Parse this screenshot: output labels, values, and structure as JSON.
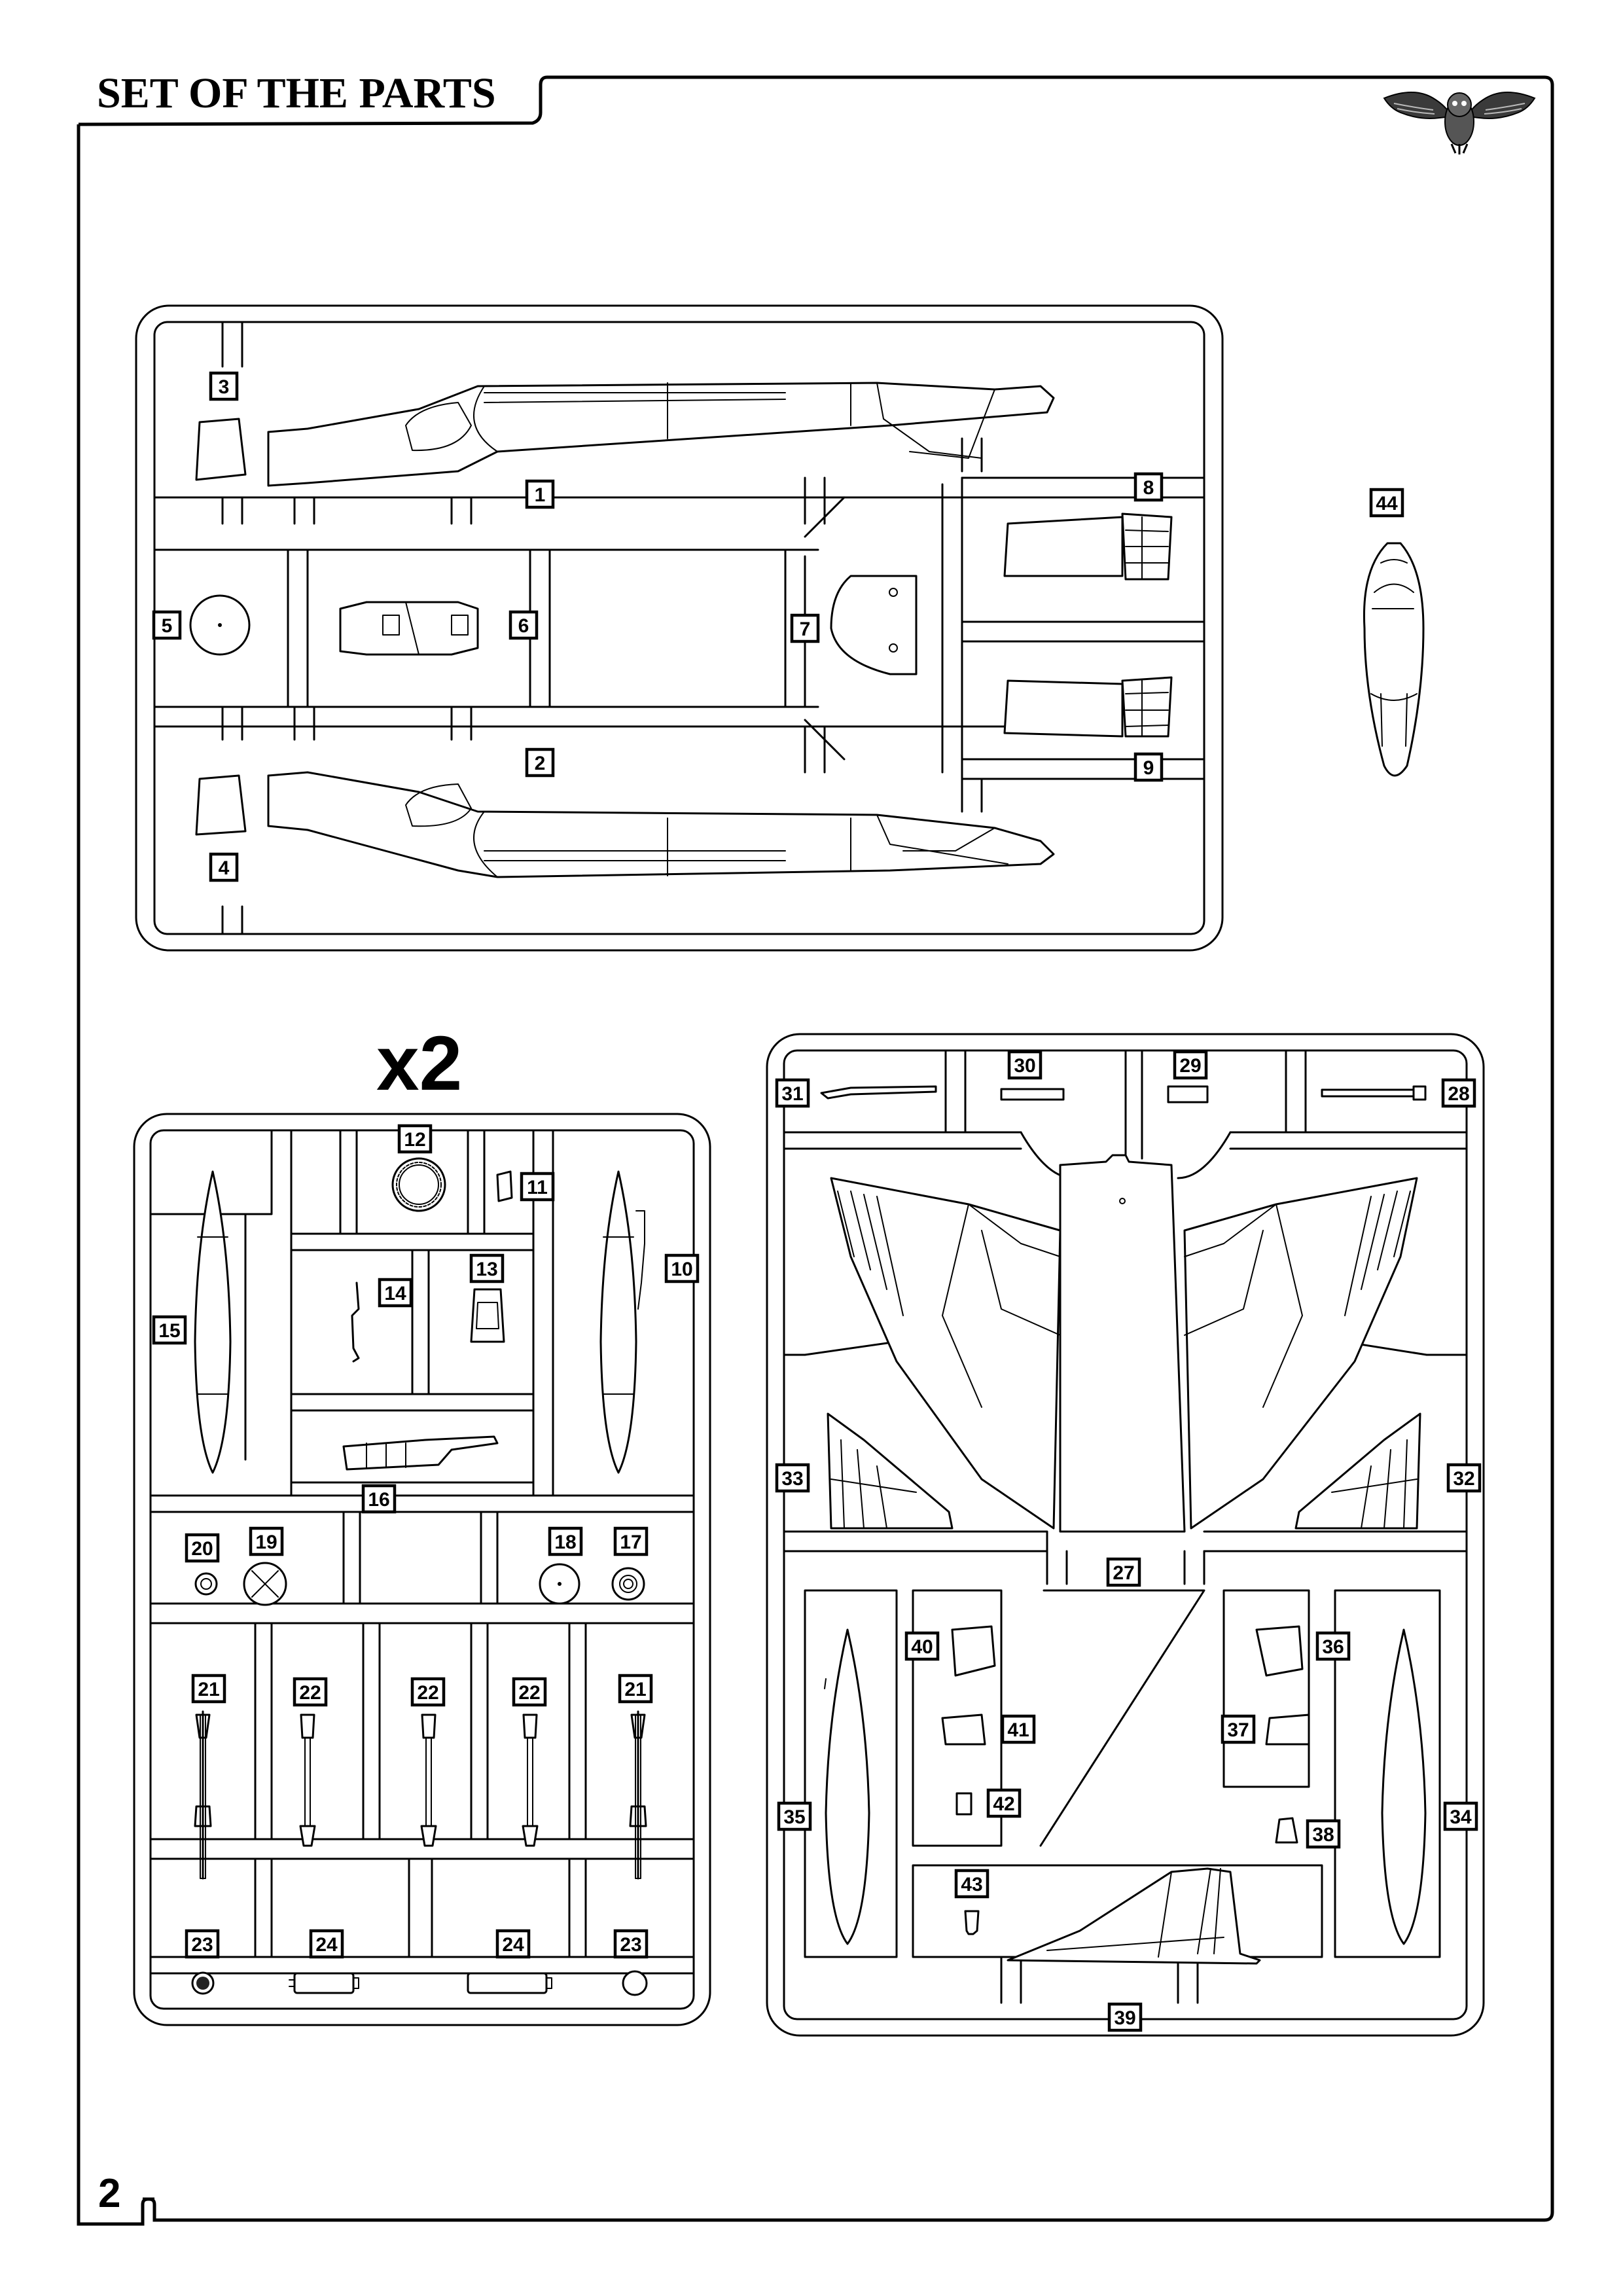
{
  "header": {
    "title": "SET OF THE PARTS"
  },
  "page": {
    "number": "2"
  },
  "logo": {
    "icon": "owl-icon"
  },
  "sprue_c": {
    "multiplier": "x2"
  },
  "parts": {
    "p1": "1",
    "p2": "2",
    "p3": "3",
    "p4": "4",
    "p5": "5",
    "p6": "6",
    "p7": "7",
    "p8": "8",
    "p9": "9",
    "p10": "10",
    "p11": "11",
    "p12": "12",
    "p13": "13",
    "p14": "14",
    "p15": "15",
    "p16": "16",
    "p17": "17",
    "p18": "18",
    "p19": "19",
    "p20": "20",
    "p21a": "21",
    "p21b": "21",
    "p22a": "22",
    "p22b": "22",
    "p22c": "22",
    "p23a": "23",
    "p23b": "23",
    "p24a": "24",
    "p24b": "24",
    "p27": "27",
    "p28": "28",
    "p29": "29",
    "p30": "30",
    "p31": "31",
    "p32": "32",
    "p33": "33",
    "p34": "34",
    "p35": "35",
    "p36": "36",
    "p37": "37",
    "p38": "38",
    "p39": "39",
    "p40": "40",
    "p41": "41",
    "p42": "42",
    "p43": "43",
    "p44": "44"
  }
}
